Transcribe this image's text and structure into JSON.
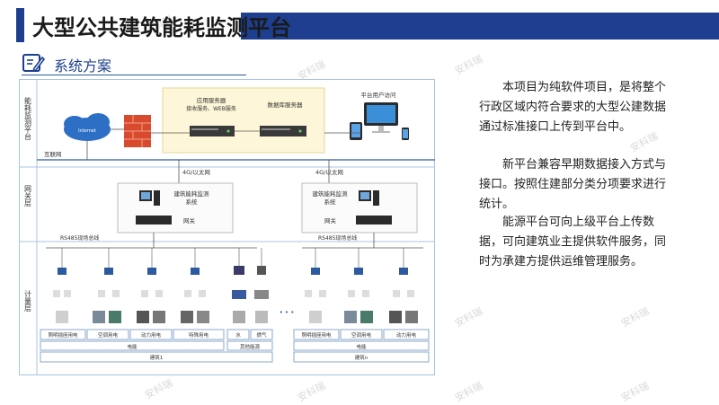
{
  "header": {
    "title": "大型公共建筑能耗监测平台"
  },
  "section": {
    "title": "系统方案"
  },
  "diagram": {
    "layers": [
      "能耗监测平台",
      "网关层",
      "计量层"
    ],
    "internet_cloud": "Internet",
    "platform": {
      "app_server": "应用服务器",
      "app_server_sub": "接收服务、WEB服务",
      "db_server": "数据库服务器",
      "user_access": "平台用户访问",
      "internet_line": "互联网"
    },
    "network_labels": [
      "4G/以太网",
      "4G/以太网"
    ],
    "gateways": [
      {
        "title": "建筑能耗监测",
        "subtitle": "系统",
        "device": "网关"
      },
      {
        "title": "建筑能耗监测",
        "subtitle": "系统",
        "device": "网关"
      }
    ],
    "bus_labels": [
      "RS485现场总线",
      "RS485现场总线"
    ],
    "building1": {
      "groups": [
        "照明插座用电",
        "空调用电",
        "动力用电",
        "特殊用电",
        "水",
        "燃气"
      ],
      "energy": "电能",
      "other": "其他能源",
      "name": "建筑1"
    },
    "buildingn": {
      "groups": [
        "照明插座用电",
        "空调用电",
        "动力用电"
      ],
      "energy": "电能",
      "name": "建筑n"
    },
    "ellipsis": "• • •"
  },
  "description": {
    "paragraphs": [
      "本项目为纯软件项目，是将整个行政区域内符合要求的大型公建数据通过标准接口上传到平台中。",
      "新平台兼容早期数据接入方式与接口。按照住建部分类分项要求进行统计。",
      "能源平台可向上级平台上传数据，可向建筑业主提供软件服务，同时为承建方提供运维管理服务。"
    ]
  },
  "watermark": "安科瑞",
  "colors": {
    "primary": "#1e3f8f",
    "diagram_border": "#a8c4e0",
    "server_box": "#fdf6d8",
    "firewall": "#d84a2e"
  }
}
